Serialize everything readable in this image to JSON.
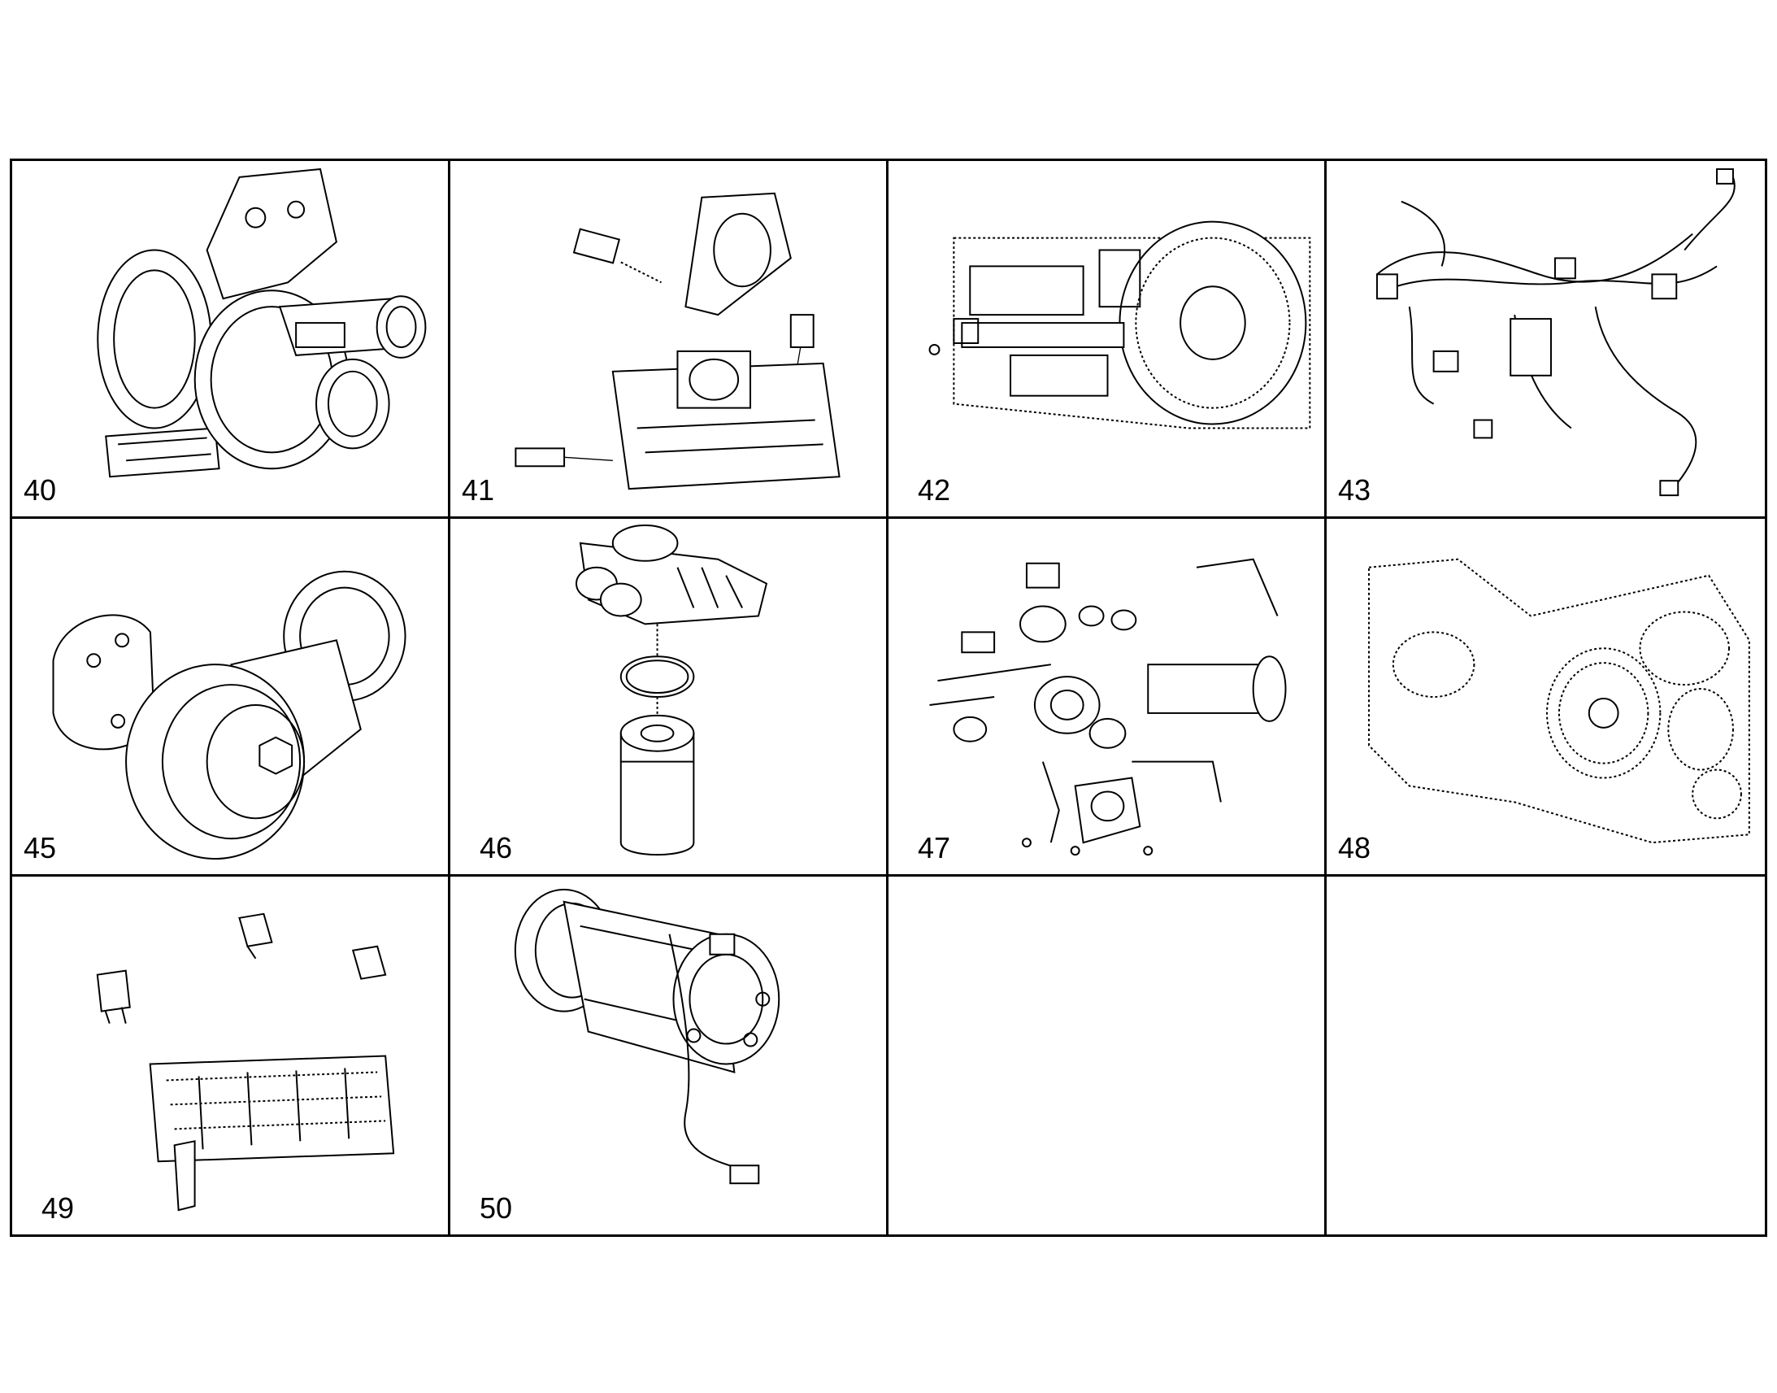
{
  "cells": [
    {
      "label": "40",
      "icon": "turbocharger-icon"
    },
    {
      "label": "41",
      "icon": "thermostat-housing-icon"
    },
    {
      "label": "42",
      "icon": "engine-block-icon"
    },
    {
      "label": "43",
      "icon": "wiring-harness-icon"
    },
    {
      "label": "45",
      "icon": "belt-tensioner-icon"
    },
    {
      "label": "46",
      "icon": "oil-filter-icon"
    },
    {
      "label": "47",
      "icon": "egr-system-icon"
    },
    {
      "label": "48",
      "icon": "gear-housing-icon"
    },
    {
      "label": "49",
      "icon": "cylinder-head-icon"
    },
    {
      "label": "50",
      "icon": "ac-compressor-icon"
    },
    {
      "label": "",
      "icon": ""
    },
    {
      "label": "",
      "icon": ""
    }
  ]
}
